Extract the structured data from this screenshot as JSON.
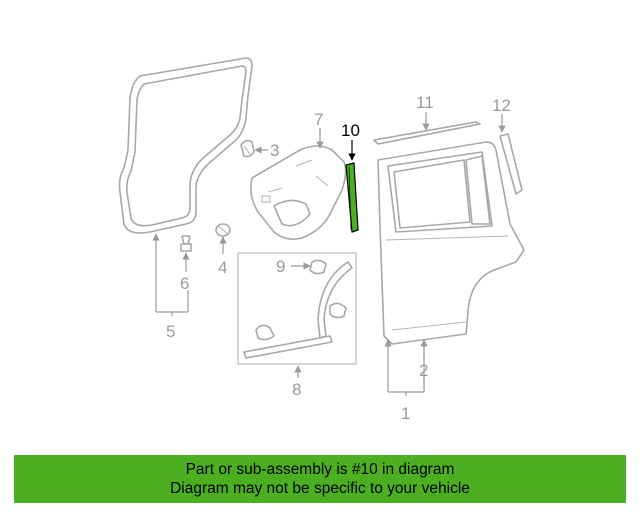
{
  "callouts": {
    "c1": "1",
    "c2": "2",
    "c3": "3",
    "c4": "4",
    "c5": "5",
    "c6": "6",
    "c7": "7",
    "c8": "8",
    "c9": "9",
    "c10": "10",
    "c11": "11",
    "c12": "12"
  },
  "highlight": {
    "part": "10",
    "color": "#4caf1f"
  },
  "banner": {
    "line1": "Part or sub-assembly is #10 in diagram",
    "line2": "Diagram may not be specific to your vehicle",
    "color": "#4caf1f"
  }
}
